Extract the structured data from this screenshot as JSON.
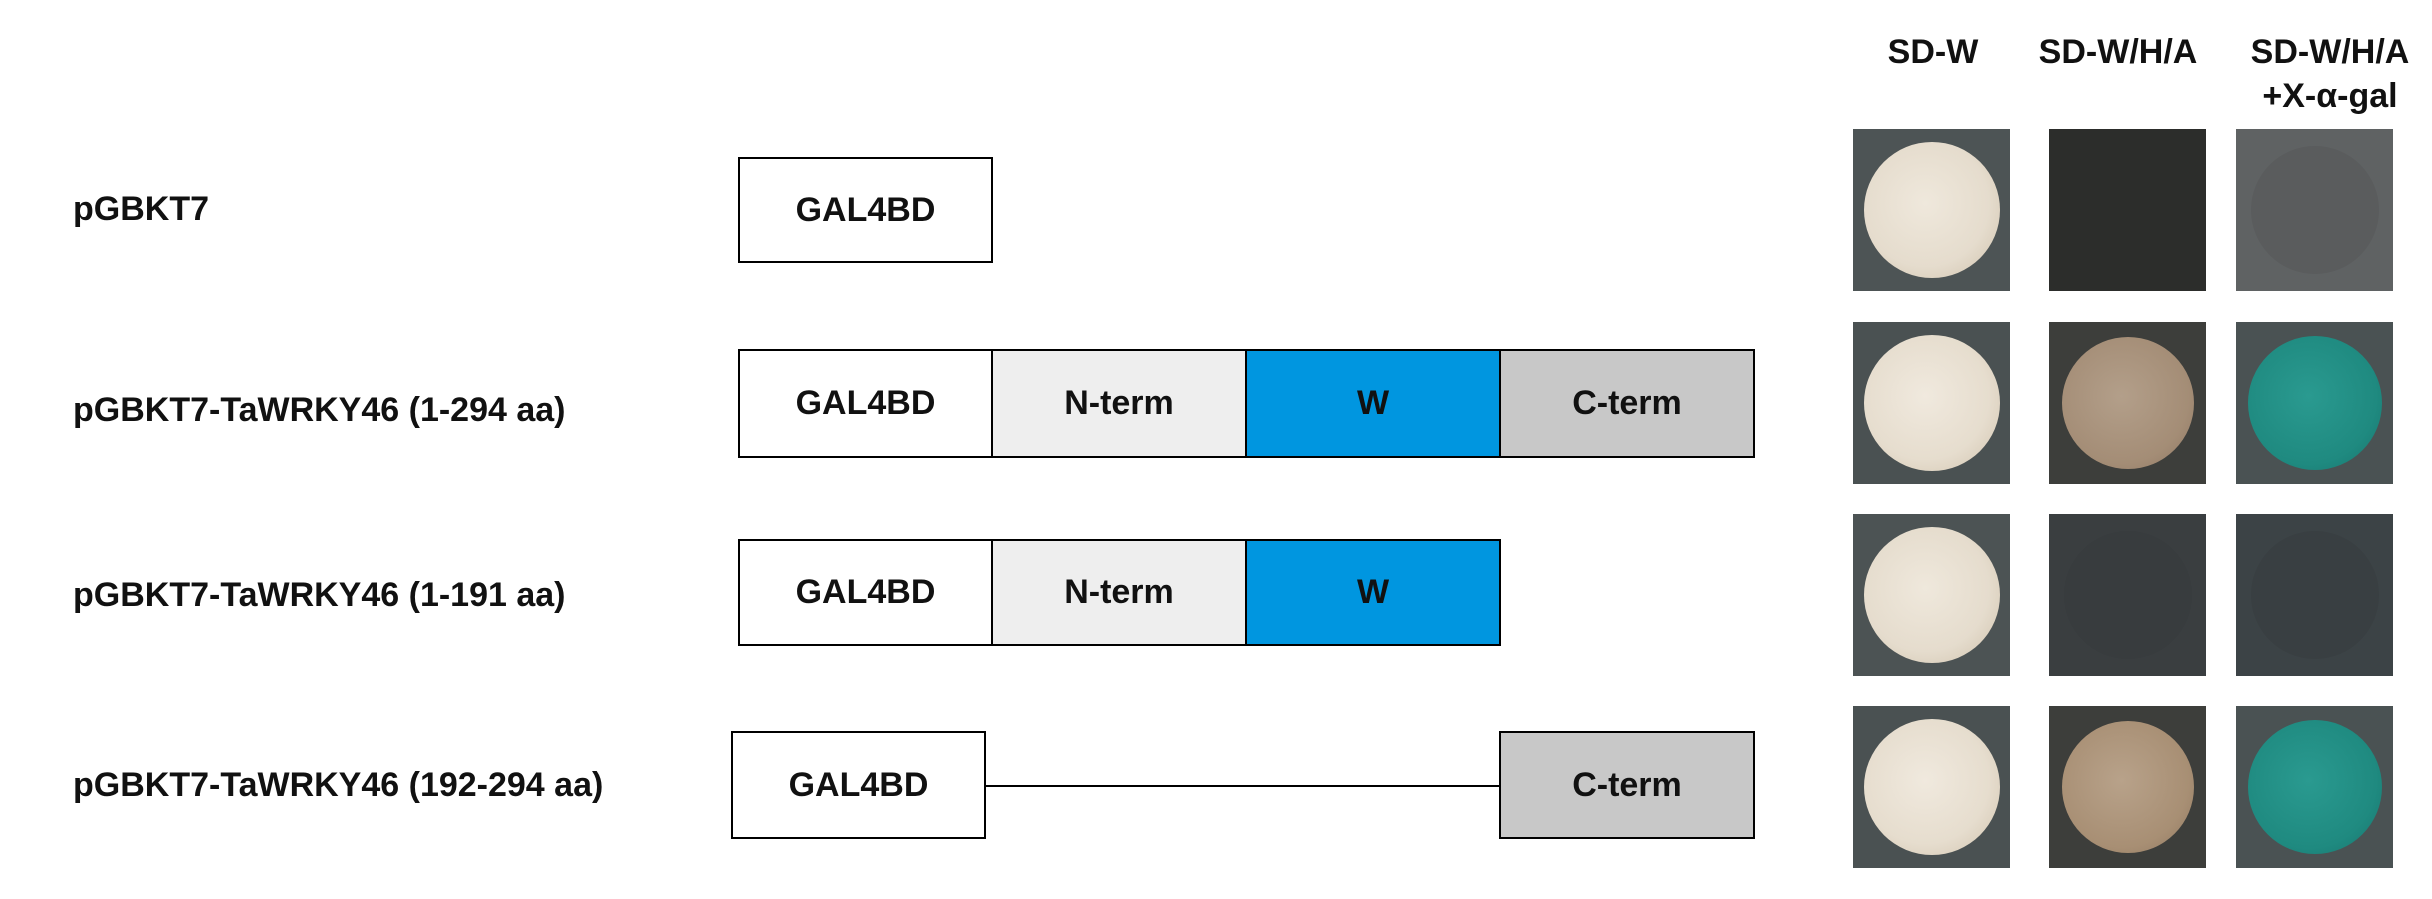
{
  "columns": [
    "SD-W",
    "SD-W/H/A",
    "SD-W/H/A",
    "+X-α-gal"
  ],
  "domains": {
    "gal4bd": "GAL4BD",
    "nterm": "N-term",
    "w": "W",
    "cterm": "C-term"
  },
  "constructs": [
    {
      "label": "pGBKT7",
      "growth": {
        "sd_w": "growth",
        "sd_wha": "none",
        "xgal": "none"
      }
    },
    {
      "label": "pGBKT7-TaWRKY46 (1-294 aa)",
      "growth": {
        "sd_w": "growth",
        "sd_wha": "growth",
        "xgal": "blue"
      }
    },
    {
      "label": "pGBKT7-TaWRKY46 (1-191 aa)",
      "growth": {
        "sd_w": "growth",
        "sd_wha": "none",
        "xgal": "none"
      }
    },
    {
      "label": "pGBKT7-TaWRKY46 (192-294 aa)",
      "growth": {
        "sd_w": "growth",
        "sd_wha": "growth",
        "xgal": "blue"
      }
    }
  ],
  "colors": {
    "w_domain": "#0096e0",
    "nterm_domain": "#eeeeee",
    "cterm_domain": "#c8c8c8",
    "colony_white": "#e8e0d2",
    "colony_brown": "#a58e78",
    "colony_blue": "#1f8f84",
    "plate_dark": "#2c2d2b",
    "plate_gray": "#5a5d5e"
  }
}
